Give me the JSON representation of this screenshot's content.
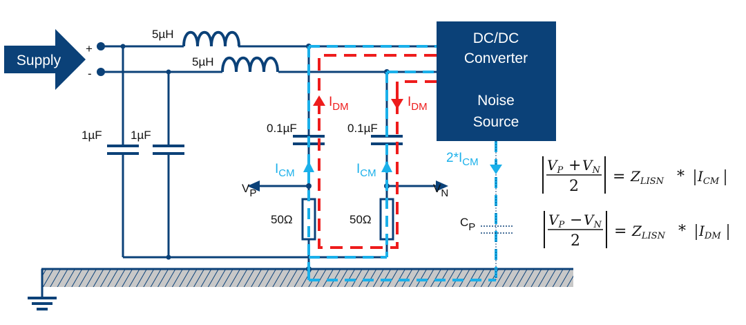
{
  "colors": {
    "wire": "#0b4178",
    "cm_current": "#1ab0ea",
    "dm_current": "#ee1c1c",
    "ground_fill": "#c8c8c8"
  },
  "supply": {
    "label": "Supply",
    "plus": "+",
    "minus": "-"
  },
  "inductors": [
    {
      "value": "5µH"
    },
    {
      "value": "5µH"
    }
  ],
  "input_caps": [
    {
      "value": "1µF"
    },
    {
      "value": "1µF"
    }
  ],
  "lisn_caps": [
    {
      "value": "0.1µF"
    },
    {
      "value": "0.1µF"
    }
  ],
  "resistors": [
    {
      "value": "50Ω"
    },
    {
      "value": "50Ω"
    }
  ],
  "outputs": {
    "vp": {
      "main": "V",
      "sub": "P"
    },
    "vn": {
      "main": "V",
      "sub": "N"
    }
  },
  "converter": {
    "line1": "DC/DC",
    "line2": "Converter",
    "line3": "Noise",
    "line4": "Source"
  },
  "currents": {
    "idm_left": {
      "main": "I",
      "sub": "DM"
    },
    "idm_right": {
      "main": "I",
      "sub": "DM"
    },
    "icm_left": {
      "main": "I",
      "sub": "CM"
    },
    "icm_right": {
      "main": "I",
      "sub": "CM"
    },
    "icm_total": {
      "main": "2*I",
      "sub": "CM"
    }
  },
  "parasitic_cap": {
    "main": "C",
    "sub": "P"
  },
  "equations": [
    {
      "numerator_a": "V",
      "sub_a": "P",
      "op": "+",
      "numerator_b": "V",
      "sub_b": "N",
      "denominator": "2",
      "equals": "=",
      "z": "Z",
      "z_sub": "LISN",
      "times": "*",
      "current": "I",
      "current_sub": "CM"
    },
    {
      "numerator_a": "V",
      "sub_a": "P",
      "op": "−",
      "numerator_b": "V",
      "sub_b": "N",
      "denominator": "2",
      "equals": "=",
      "z": "Z",
      "z_sub": "LISN",
      "times": "*",
      "current": "I",
      "current_sub": "DM"
    }
  ]
}
